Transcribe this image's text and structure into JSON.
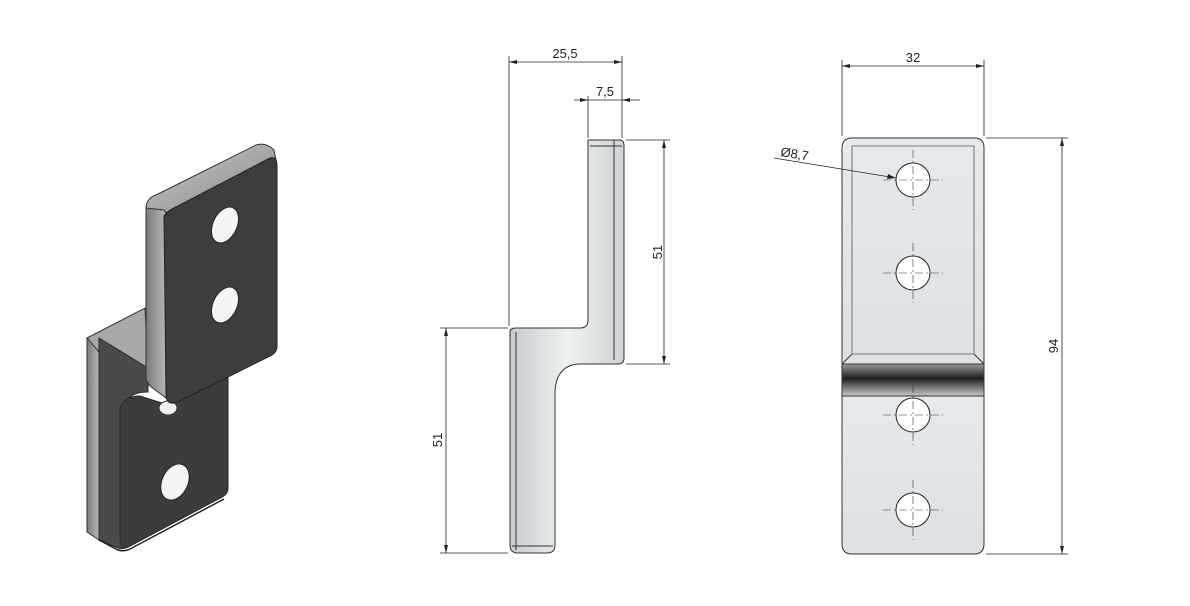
{
  "views": {
    "isometric": {
      "name": "isometric-view"
    },
    "side": {
      "dimensions": {
        "overall_depth": "25,5",
        "thickness": "7,5",
        "upper_height": "51",
        "lower_height": "51"
      }
    },
    "front": {
      "dimensions": {
        "width": "32",
        "height": "94",
        "hole_diameter": "Ø8,7"
      },
      "hole_count": 4
    }
  },
  "colors": {
    "dark_face": "#3c3c3c",
    "light_face": "#e2e6e8",
    "mid_face": "#9a9a9a",
    "edge": "#333333",
    "dimension": "#222222"
  }
}
